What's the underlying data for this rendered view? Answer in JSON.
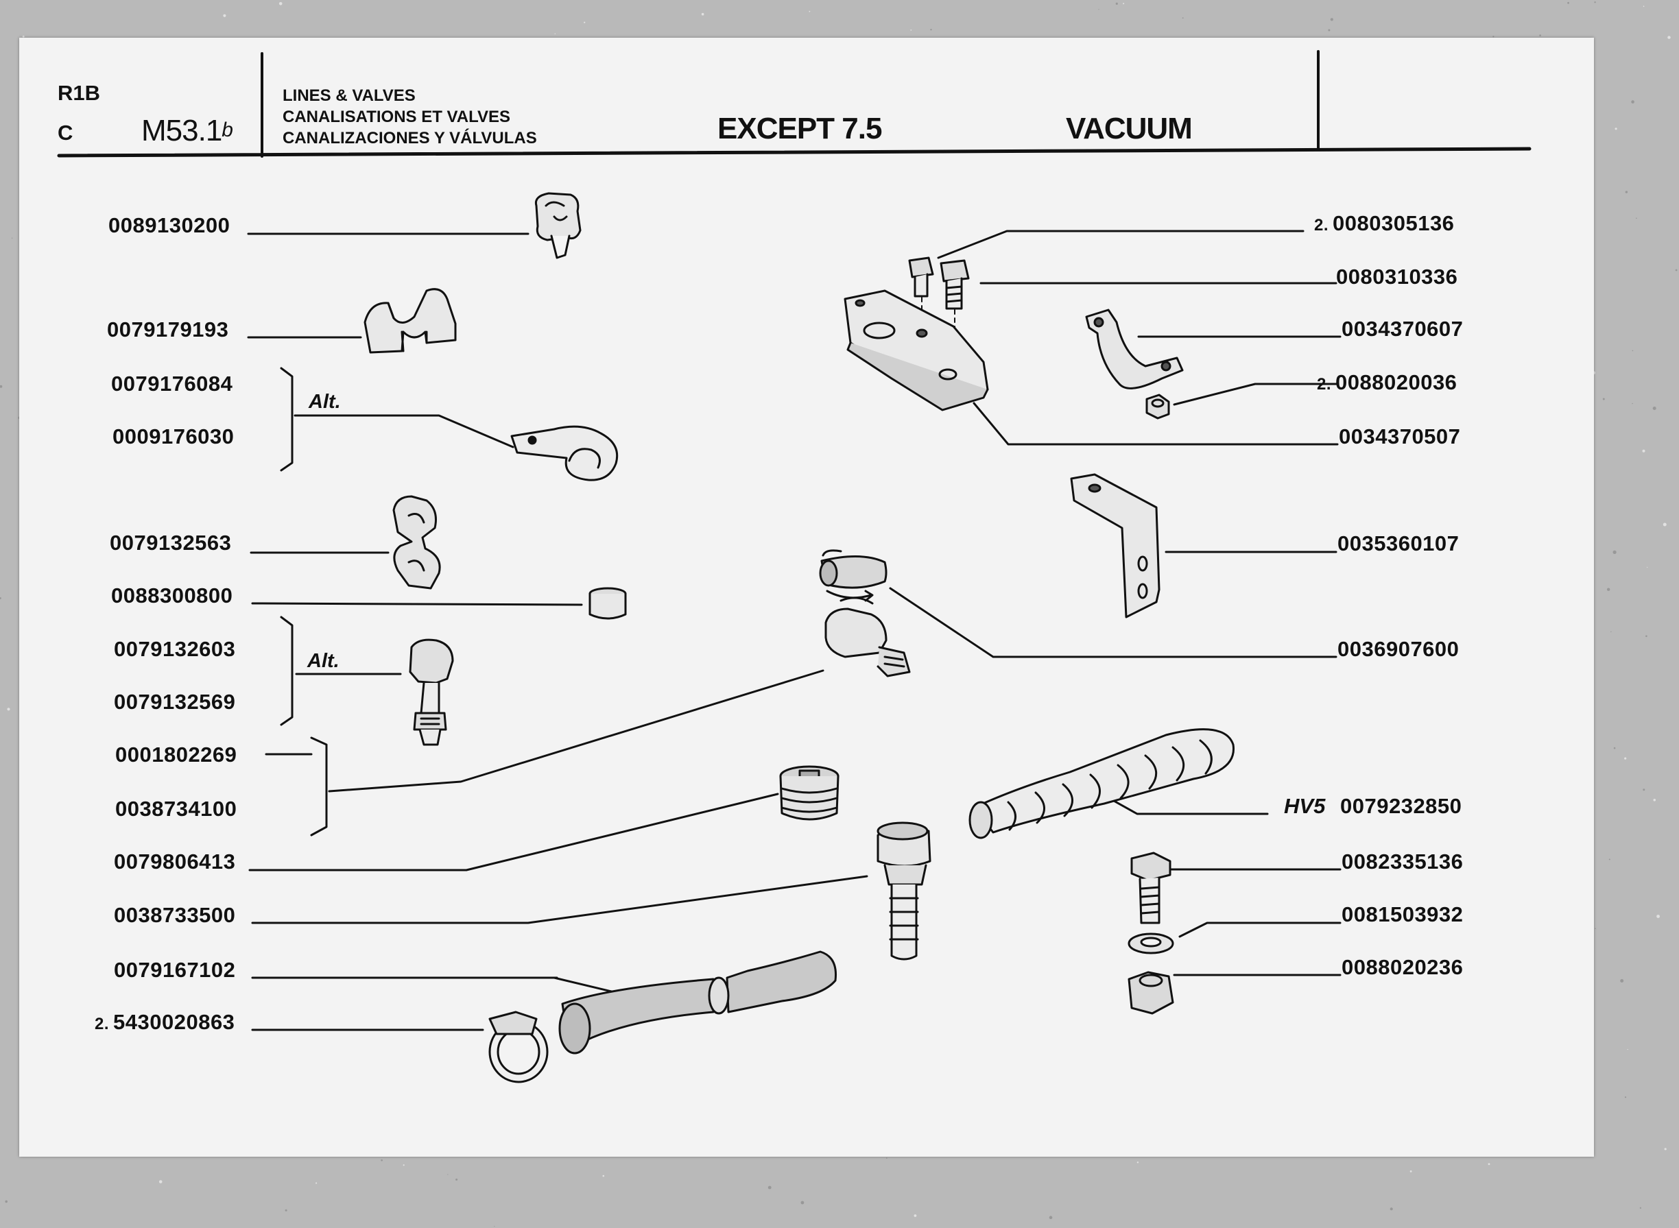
{
  "header": {
    "code_r1b": "R1B",
    "code_c": "C",
    "plate_number": "M53.1",
    "plate_suffix": "b",
    "title_en": "LINES & VALVES",
    "title_fr": "CANALISATIONS ET VALVES",
    "title_es": "CANALIZACIONES Y VÁLVULAS",
    "variant": "EXCEPT 7.5",
    "system": "VACUUM"
  },
  "left_parts": [
    {
      "qty": "",
      "number": "0089130200"
    },
    {
      "qty": "",
      "number": "0079179193"
    },
    {
      "qty": "",
      "number": "0079176084"
    },
    {
      "qty": "",
      "number": "0009176030"
    },
    {
      "qty": "",
      "number": "0079132563"
    },
    {
      "qty": "",
      "number": "0088300800"
    },
    {
      "qty": "",
      "number": "0079132603"
    },
    {
      "qty": "",
      "number": "0079132569"
    },
    {
      "qty": "",
      "number": "0001802269"
    },
    {
      "qty": "",
      "number": "0038734100"
    },
    {
      "qty": "",
      "number": "0079806413"
    },
    {
      "qty": "",
      "number": "0038733500"
    },
    {
      "qty": "",
      "number": "0079167102"
    },
    {
      "qty": "2.",
      "number": "5430020863"
    }
  ],
  "right_parts": [
    {
      "qty": "2.",
      "number": "0080305136"
    },
    {
      "qty": "",
      "number": "0080310336"
    },
    {
      "qty": "",
      "number": "0034370607"
    },
    {
      "qty": "2.",
      "number": "0088020036"
    },
    {
      "qty": "",
      "number": "0034370507"
    },
    {
      "qty": "",
      "number": "0035360107"
    },
    {
      "qty": "",
      "number": "0036907600"
    },
    {
      "qty": "",
      "number": "0079232850"
    },
    {
      "qty": "",
      "number": "0082335136"
    },
    {
      "qty": "",
      "number": "0081503932"
    },
    {
      "qty": "",
      "number": "0088020236"
    }
  ],
  "labels": {
    "alt_1": "Alt.",
    "alt_2": "Alt.",
    "hv5": "HV5"
  }
}
